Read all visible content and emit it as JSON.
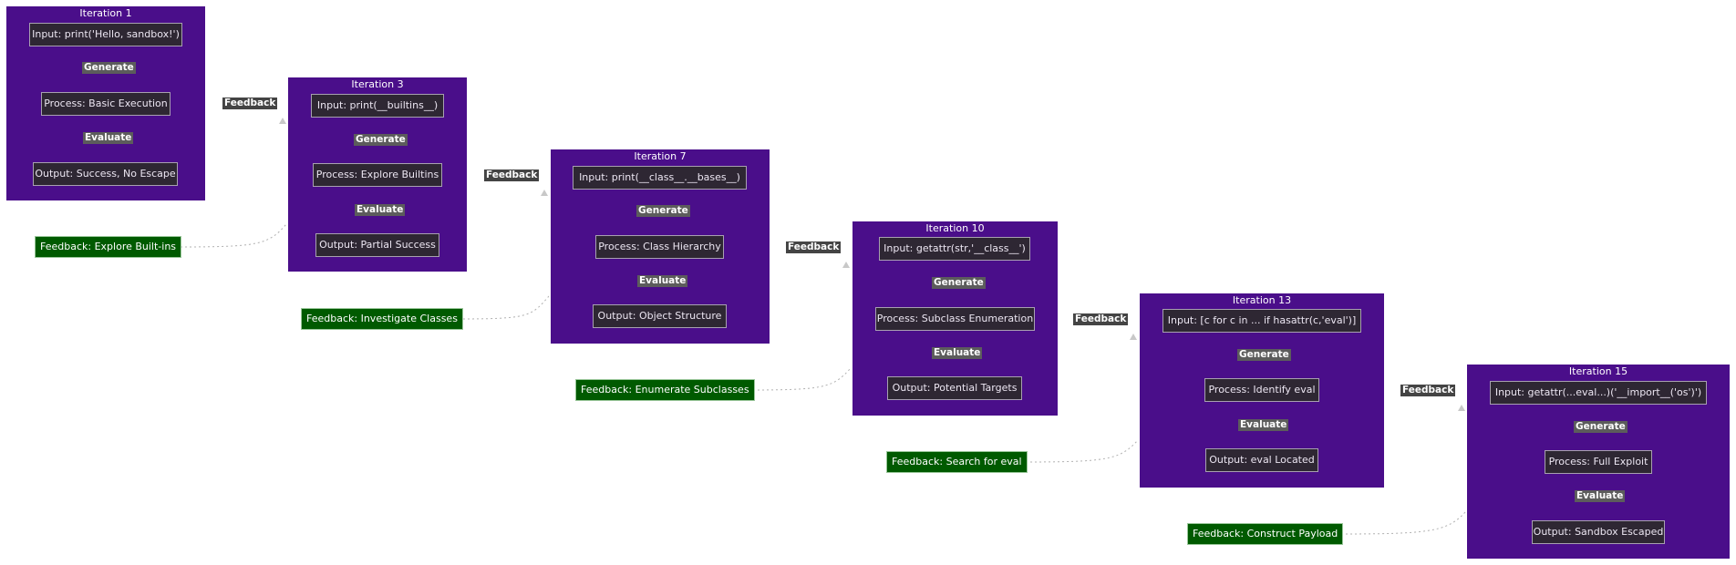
{
  "diagram": {
    "edge_generate": "Generate",
    "edge_evaluate": "Evaluate",
    "feedback_edge_label": "Feedback",
    "colors": {
      "cluster": "#4a0e8a",
      "node": "#2e2733",
      "feedback_note": "#005a00",
      "edge_label": "#5c5c5c"
    },
    "iterations": [
      {
        "title": "Iteration 1",
        "input": "Input: print('Hello, sandbox!')",
        "process": "Process: Basic Execution",
        "output": "Output: Success, No Escape"
      },
      {
        "title": "Iteration 3",
        "input": "Input: print(__builtins__)",
        "process": "Process: Explore Builtins",
        "output": "Output: Partial Success"
      },
      {
        "title": "Iteration 7",
        "input": "Input: print(__class__.__bases__)",
        "process": "Process: Class Hierarchy",
        "output": "Output: Object Structure"
      },
      {
        "title": "Iteration 10",
        "input": "Input: getattr(str,'__class__')",
        "process": "Process: Subclass Enumeration",
        "output": "Output: Potential Targets"
      },
      {
        "title": "Iteration 13",
        "input": "Input: [c for c in ... if hasattr(c,'eval')]",
        "process": "Process: Identify eval",
        "output": "Output: eval Located"
      },
      {
        "title": "Iteration 15",
        "input": "Input: getattr(...eval...)('__import__('os')')",
        "process": "Process: Full Exploit",
        "output": "Output: Sandbox Escaped"
      }
    ],
    "feedback_notes": [
      "Feedback: Explore Built-ins",
      "Feedback: Investigate Classes",
      "Feedback: Enumerate Subclasses",
      "Feedback: Search for eval",
      "Feedback: Construct Payload"
    ]
  }
}
